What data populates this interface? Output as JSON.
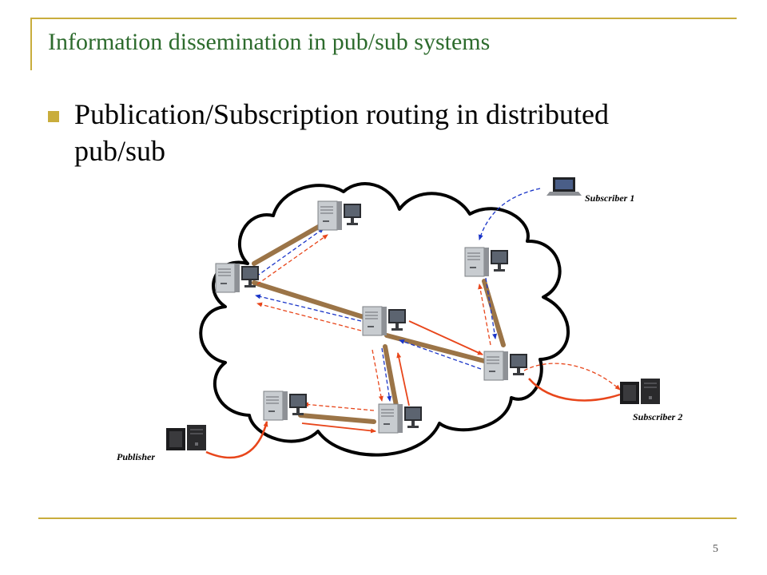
{
  "slide": {
    "title": "Information dissemination in pub/sub systems",
    "bullet": "Publication/Subscription routing in distributed pub/sub",
    "page_number": "5"
  },
  "diagram": {
    "labels": {
      "subscriber1": "Subscriber 1",
      "subscriber2": "Subscriber 2",
      "publisher": "Publisher"
    },
    "colors": {
      "accent_rule": "#c9ad3c",
      "title_text": "#2d6b2d",
      "broker_link": "#9b7447",
      "subscription_flow": "#1a35c8",
      "publication_flow": "#e8461b"
    },
    "node_icons": [
      "server-tower-icon",
      "laptop-icon",
      "desktop-computer-icon"
    ]
  }
}
